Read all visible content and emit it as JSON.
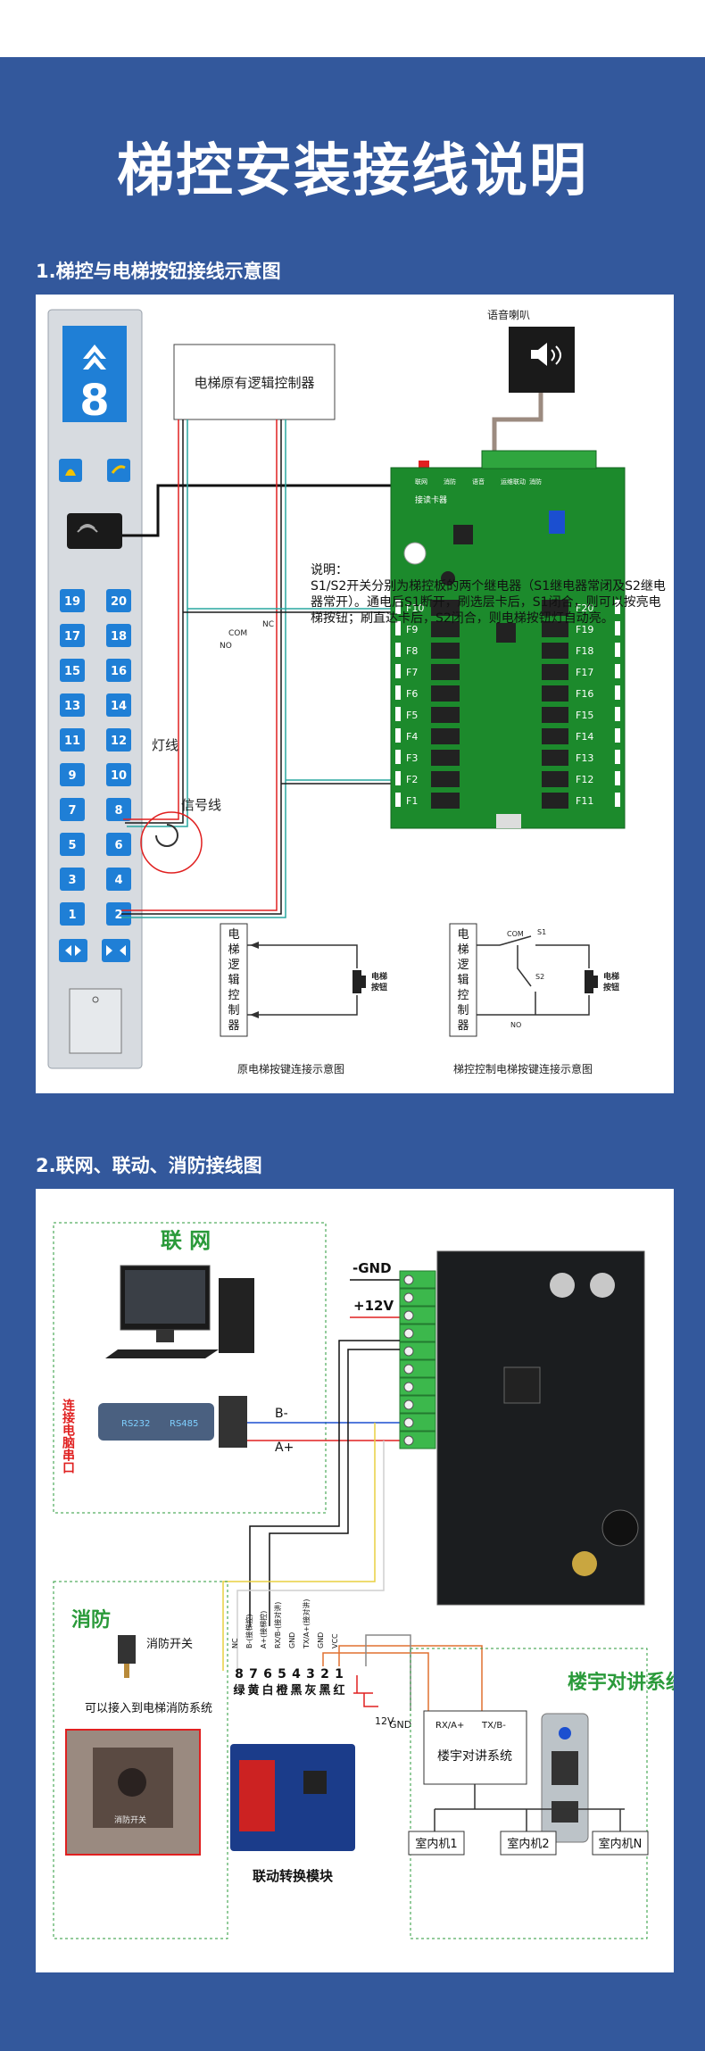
{
  "page": {
    "title": "梯控安装接线说明",
    "section1": "1.梯控与电梯按钮接线示意图",
    "section2": "2.联网、联动、消防接线图"
  },
  "colors": {
    "band": "#33589c",
    "board": "#1c8a2c",
    "panel_blue": "#1f7fd6"
  },
  "panel1": {
    "floor_display": "8",
    "buttons": [
      [
        "19",
        "20"
      ],
      [
        "17",
        "18"
      ],
      [
        "15",
        "16"
      ],
      [
        "13",
        "14"
      ],
      [
        "11",
        "12"
      ],
      [
        "9",
        "10"
      ],
      [
        "7",
        "8"
      ],
      [
        "5",
        "6"
      ],
      [
        "3",
        "4"
      ],
      [
        "1",
        "2"
      ]
    ],
    "orig_controller": "电梯原有逻辑控制器",
    "speaker_label": "语音喇叭",
    "reader_label": "接读卡器",
    "com": "COM",
    "nc": "NC",
    "no": "NO",
    "lamp_wire": "灯线",
    "signal_wire": "信号线",
    "relays_left": [
      "F10",
      "F9",
      "F8",
      "F7",
      "F6",
      "F5",
      "F4",
      "F3",
      "F2",
      "F1"
    ],
    "relays_right": [
      "F20",
      "F19",
      "F18",
      "F17",
      "F16",
      "F15",
      "F14",
      "F13",
      "F12",
      "F11"
    ],
    "terminal_labels": [
      "联网",
      "消防",
      "语音",
      "运维联动",
      "消防"
    ],
    "note_title": "说明：",
    "note_body": "S1/S2开关分别为梯控板的两个继电器（S1继电器常闭及S2继电器常开）。通电后S1断开，刷选层卡后，S1闭合，则可以按亮电梯按钮；刷直达卡后，S2闭合，则电梯按钮灯自动亮。",
    "ctrl_box": "电梯逻辑控制器",
    "elevator_button": "电梯按钮",
    "s1": "S1",
    "s2": "S2",
    "caption_left": "原电梯按键连接示意图",
    "caption_right": "梯控控制电梯按键连接示意图"
  },
  "panel2": {
    "network_title": "联 网",
    "serial_label": "连接电脑串口",
    "rs232": "RS232",
    "rs485": "RS485",
    "b_minus": "B-",
    "a_plus": "A+",
    "gnd": "-GND",
    "v12": "+12V",
    "fire_title": "消防",
    "fire_switch": "消防开关",
    "fire_note": "可以接入到电梯消防系统",
    "fire_photo_label": "消防开关",
    "pin_numbers": [
      "8",
      "7",
      "6",
      "5",
      "4",
      "3",
      "2",
      "1"
    ],
    "pin_colors": [
      "绿",
      "黄",
      "白",
      "橙",
      "黑",
      "灰",
      "黑",
      "红"
    ],
    "pin_names": [
      "NC",
      "B-(接梯控)",
      "A+(接梯控)",
      "RX/B-(接对讲)",
      "GND",
      "TX/A+(接对讲)",
      "GND",
      "VCC"
    ],
    "pin_12v": "12V",
    "pin_gnd": "GND",
    "module_label": "联动转换模块",
    "intercom_title": "楼宇对讲系统",
    "intercom_box": "楼宇对讲系统",
    "rx": "RX/A+",
    "tx": "TX/B-",
    "indoor_units": [
      "室内机1",
      "室内机2",
      "室内机N"
    ]
  }
}
